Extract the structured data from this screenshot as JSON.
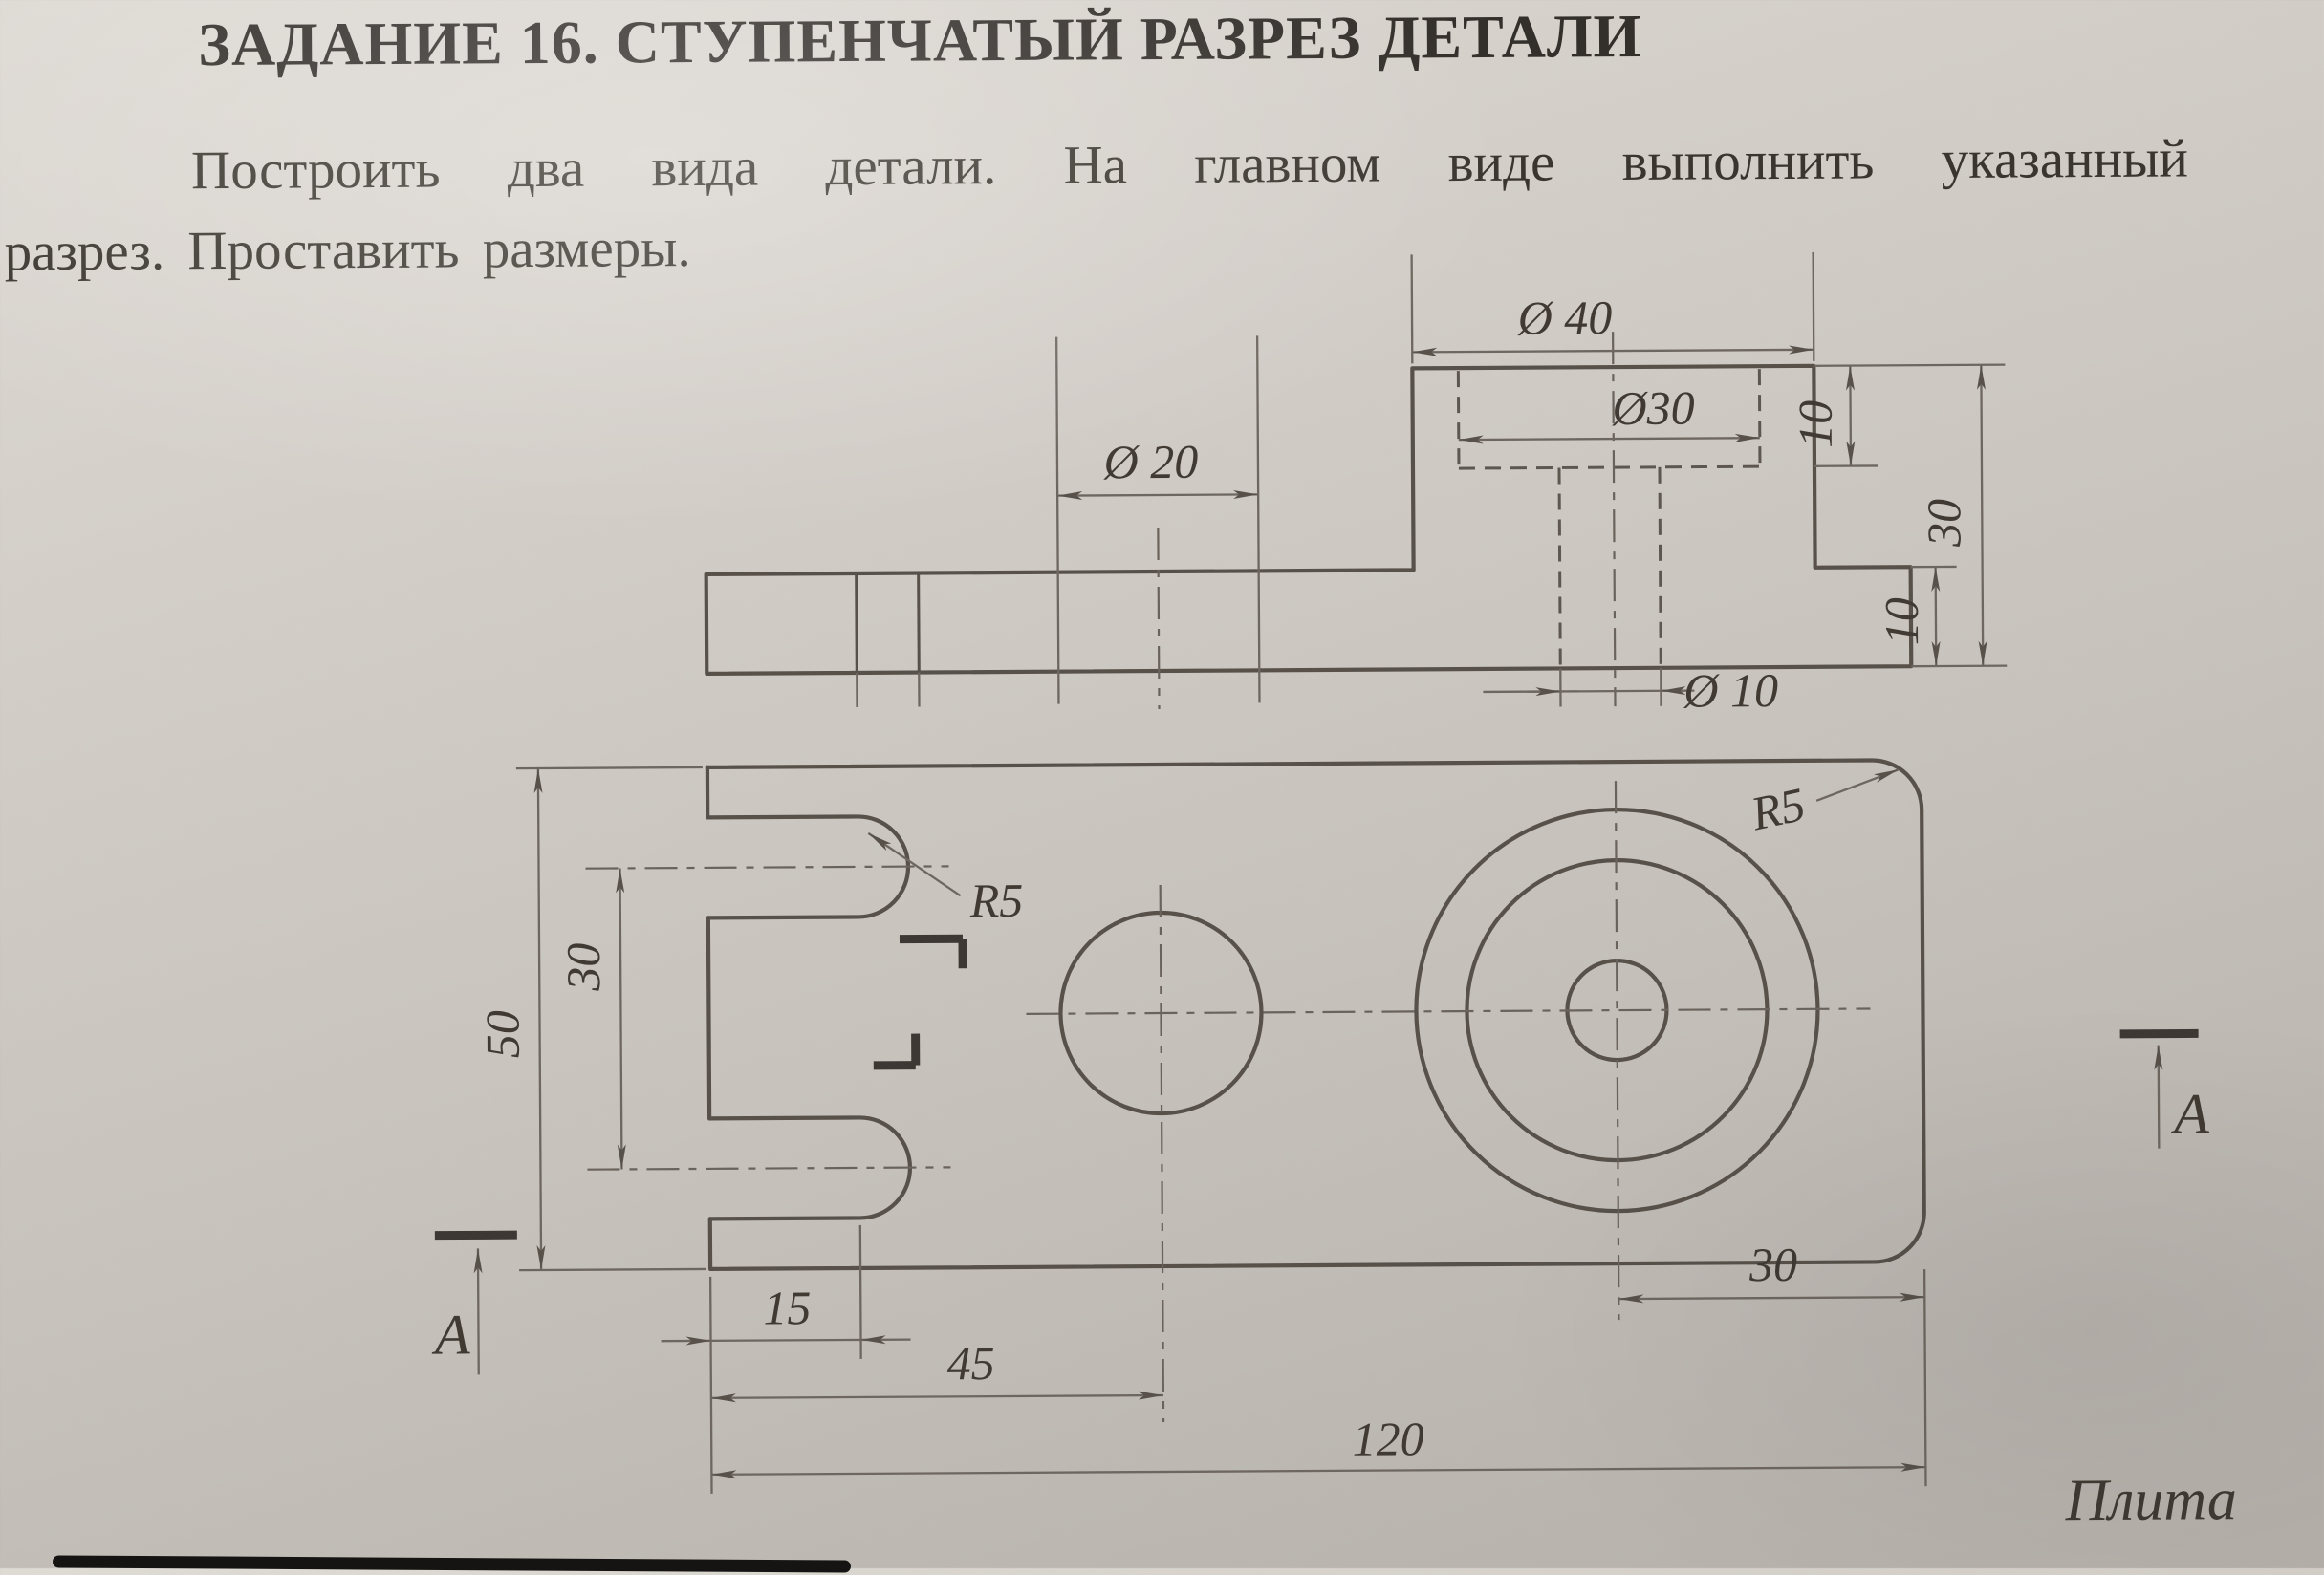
{
  "document": {
    "title": "ЗАДАНИЕ 16.  СТУПЕНЧАТЫЙ РАЗРЕЗ ДЕТАЛИ",
    "instruction_line1": "Построить два вида детали. На главном виде выполнить указанный",
    "instruction_line2": "разрез. Проставить размеры.",
    "part_name": "Плита"
  },
  "front_view": {
    "dia40": "Ø 40",
    "dia30": "Ø30",
    "dia20": "Ø 20",
    "dia10": "Ø 10",
    "counterbore_depth": "10",
    "total_height": "30",
    "plate_thickness": "10"
  },
  "plan_view": {
    "plate_width": "50",
    "slot_centers": "30",
    "slot_depth": "15",
    "hole_offset": "45",
    "plate_length": "120",
    "boss_offset": "30",
    "slot_radius": "R5",
    "corner_radius": "R5"
  },
  "section": {
    "label_left": "A",
    "label_right": "A"
  },
  "colors": {
    "paper": "#cbc6c0",
    "ink": "#3a362f",
    "line": "#57514a"
  }
}
